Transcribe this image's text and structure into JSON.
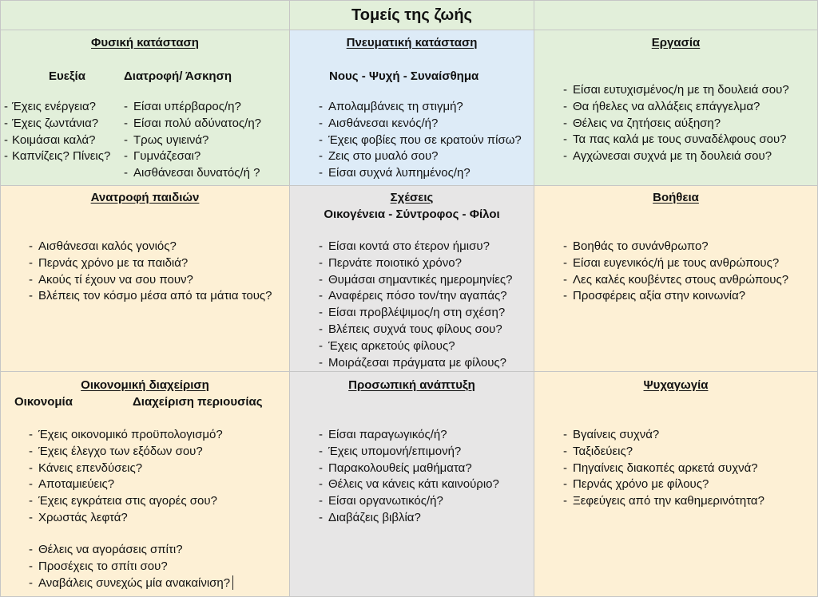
{
  "title": "Τομείς της ζωής",
  "bullet": "-",
  "colors": {
    "green": "#e2efda",
    "blue": "#ddebf7",
    "peach": "#fdf0d5",
    "grey": "#e7e6e6",
    "grid": "#c6c6c6"
  },
  "rows": [
    {
      "cells": [
        {
          "heading": "Φυσική κατάσταση",
          "subheadings": [
            "Ευεξία",
            "Διατροφή/ Άσκηση"
          ],
          "lists": [
            [
              "Έχεις ενέργεια?",
              "Έχεις ζωντάνια?",
              "Κοιμάσαι καλά?",
              "Καπνίζεις? Πίνεις?"
            ],
            [
              "Είσαι υπέρβαρος/η?",
              "Είσαι πολύ αδύνατος/η?",
              "Τρως υγιεινά?",
              "Γυμνάζεσαι?",
              "Αισθάνεσαι δυνατός/ή ?"
            ]
          ]
        },
        {
          "heading": "Πνευματική κατάσταση",
          "subheadings": [
            "Νους - Ψυχή - Συναίσθημα"
          ],
          "lists": [
            [
              "Απολαμβάνεις τη στιγμή?",
              "Αισθάνεσαι κενός/ή?",
              "Έχεις φοβίες που σε κρατούν πίσω?",
              "Ζεις στο μυαλό σου?",
              "Είσαι συχνά λυπημένος/η?"
            ]
          ]
        },
        {
          "heading": "Εργασία",
          "lists": [
            [
              "Είσαι ευτυχισμένος/η με τη δουλειά σου?",
              "Θα ήθελες να αλλάξεις επάγγελμα?",
              "Θέλεις να ζητήσεις αύξηση?",
              "Τα πας καλά με τους συναδέλφους σου?",
              "Αγχώνεσαι συχνά με τη δουλειά σου?"
            ]
          ]
        }
      ]
    },
    {
      "cells": [
        {
          "heading": "Ανατροφή παιδιών",
          "lists": [
            [
              "Αισθάνεσαι καλός γονιός?",
              "Περνάς χρόνο με τα παιδιά?",
              "Ακούς τί έχουν να σου πουν?",
              "Βλέπεις τον κόσμο μέσα από τα μάτια τους?"
            ]
          ]
        },
        {
          "heading": "Σχέσεις",
          "subheadings": [
            "Οικογένεια - Σύντροφος - Φίλοι"
          ],
          "lists": [
            [
              "Είσαι κοντά στο έτερον ήμισυ?",
              "Περνάτε ποιοτικό χρόνο?",
              "Θυμάσαι σημαντικές ημερομηνίες?",
              "Αναφέρεις πόσο τον/την αγαπάς?",
              "Είσαι προβλέψιμος/η στη σχέση?",
              "Βλέπεις συχνά τους φίλους σου?",
              "Έχεις αρκετούς φίλους?",
              "Μοιράζεσαι πράγματα με φίλους?"
            ]
          ]
        },
        {
          "heading": "Βοήθεια",
          "lists": [
            [
              "Βοηθάς το συνάνθρωπο?",
              "Είσαι ευγενικός/ή με τους ανθρώπους?",
              "Λες καλές κουβέντες στους ανθρώπους?",
              "Προσφέρεις αξία στην κοινωνία?"
            ]
          ]
        }
      ]
    },
    {
      "cells": [
        {
          "heading": "Οικονομική διαχείριση",
          "subheadings": [
            "Οικονομία",
            "Διαχείριση περιουσίας"
          ],
          "lists": [
            [
              "Έχεις οικονομικό προϋπολογισμό?",
              "Έχεις έλεγχο των εξόδων σου?",
              "Κάνεις επενδύσεις?",
              "Αποταμιεύεις?",
              "Έχεις εγκράτεια στις αγορές σου?",
              "Χρωστάς λεφτά?"
            ],
            [
              "Θέλεις να αγοράσεις σπίτι?",
              "Προσέχεις το σπίτι σου?",
              "Αναβάλεις συνεχώς μία ανακαίνιση?"
            ]
          ]
        },
        {
          "heading": "Προσωπική ανάπτυξη",
          "lists": [
            [
              "Είσαι παραγωγικός/ή?",
              "Έχεις υπομονή/επιμονή?",
              "Παρακολουθείς μαθήματα?",
              "Θέλεις να κάνεις κάτι καινούριο?",
              "Είσαι οργανωτικός/ή?",
              "Διαβάζεις βιβλία?"
            ]
          ]
        },
        {
          "heading": "Ψυχαγωγία",
          "lists": [
            [
              "Βγαίνεις συχνά?",
              "Ταξιδεύεις?",
              "Πηγαίνεις διακοπές αρκετά συχνά?",
              "Περνάς χρόνο με φίλους?",
              "Ξεφεύγεις από την καθημερινότητα?"
            ]
          ]
        }
      ]
    }
  ]
}
